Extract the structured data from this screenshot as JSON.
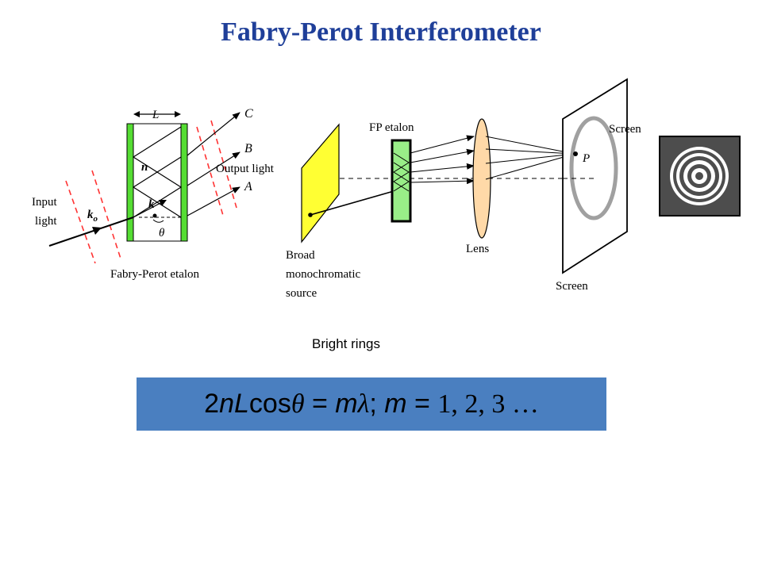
{
  "title": "Fabry-Perot Interferometer",
  "etalon_diagram": {
    "gap_label": "L",
    "index_label": "n",
    "wavevector_label": "k",
    "input_wavevector_label": "k",
    "input_wavevector_subscript": "o",
    "angle_label": "θ",
    "input_label_line1": "Input",
    "input_label_line2": "light",
    "output_label": "Output light",
    "ray_c": "C",
    "ray_b": "B",
    "ray_a": "A",
    "caption": "Fabry-Perot etalon"
  },
  "setup_diagram": {
    "etalon_label": "FP etalon",
    "source_label_line1": "Broad",
    "source_label_line2": "monochromatic",
    "source_label_line3": "source",
    "lens_label": "Lens",
    "screen_label_top": "Screen",
    "screen_label_bottom": "Screen",
    "point_label": "P"
  },
  "rings_caption": "Bright rings",
  "equation": {
    "part1": "2",
    "n": "n",
    "L": "L",
    "cos": "cos",
    "theta": "θ",
    "eq1": " = ",
    "m1": "m",
    "lambda": "λ",
    "semi": "; ",
    "m2": "m",
    "eq2": " = ",
    "values": "1, 2, 3 …"
  },
  "colors": {
    "title": "#1f3f99",
    "mirror_green": "#55dd33",
    "etalon_fill": "#99ee88",
    "source_yellow": "#ffff33",
    "lens_fill": "#ffd9a8",
    "dashed_red": "#ff3333",
    "equation_box": "#4a7fc0",
    "ring_panel": "#4d4d4d"
  }
}
